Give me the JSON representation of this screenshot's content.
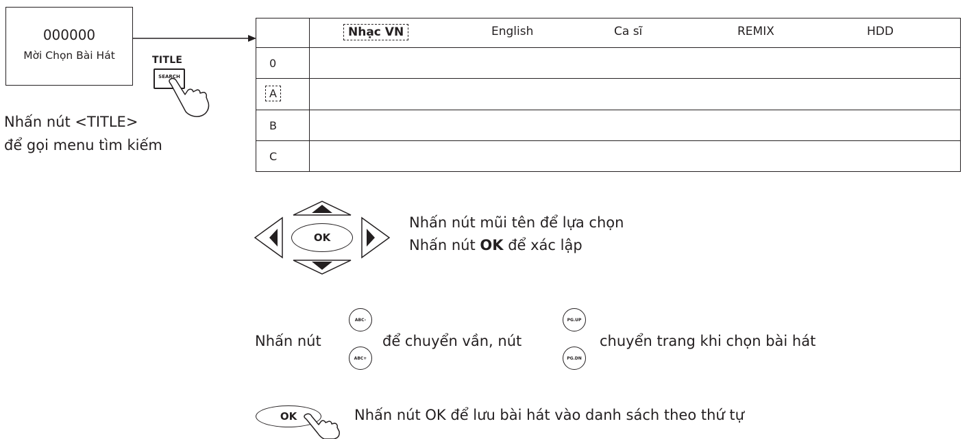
{
  "display": {
    "code": "000000",
    "prompt": "Mời Chọn Bài Hát"
  },
  "title_button": {
    "top_label": "TITLE",
    "key_label": "SEARCH"
  },
  "title_instruction": {
    "line1": "Nhấn nút <TITLE>",
    "line2": "để gọi menu tìm kiếm"
  },
  "menu": {
    "tabs": [
      "Nhạc VN",
      "English",
      "Ca sĩ",
      "REMIX",
      "HDD"
    ],
    "selected_tab": "Nhạc VN",
    "rows": [
      "0",
      "A",
      "B",
      "C"
    ],
    "selected_row": "A"
  },
  "navigation": {
    "ok_label": "OK",
    "line1": "Nhấn nút mũi tên để lựa chọn",
    "line2_prefix": "Nhấn nút ",
    "line2_bold": "OK",
    "line2_suffix": " để xác lập"
  },
  "paging": {
    "prefix": "Nhấn nút",
    "abc_minus": "ABC-",
    "abc_plus": "ABC+",
    "middle": "để chuyển vần, nút",
    "pg_up": "PG.UP",
    "pg_dn": "PG.DN",
    "suffix": "chuyển trang khi chọn bài hát"
  },
  "save": {
    "ok_label": "OK",
    "text": "Nhấn nút OK để lưu bài hát vào danh sách theo thứ tự"
  },
  "colors": {
    "ink": "#231f20",
    "background": "#ffffff"
  }
}
